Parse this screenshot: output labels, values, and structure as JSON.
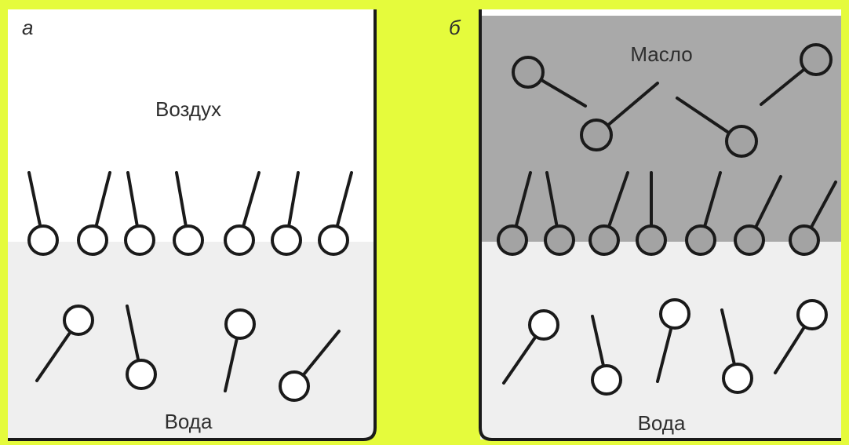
{
  "panel_a": {
    "tag": "а",
    "top_label": "Воздух",
    "bottom_label": "Вода"
  },
  "panel_b": {
    "tag": "б",
    "top_label": "Масло",
    "bottom_label": "Вода"
  },
  "colors": {
    "frame_border": "#e5fb3c",
    "panel_white": "#ffffff",
    "water": "#efefef",
    "oil": "#a9a9a9",
    "line": "#1a1a1a"
  }
}
